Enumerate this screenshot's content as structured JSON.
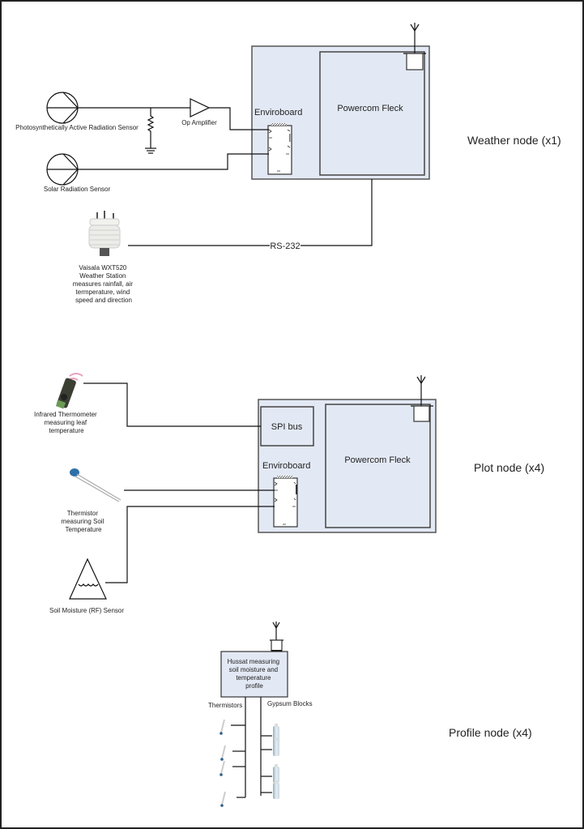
{
  "diagram": {
    "title": "Sensor network node architecture",
    "weather_node": {
      "label": "Weather node (x1)",
      "fleck_label": "Powercom Fleck",
      "enviroboard_label": "Enviroboard",
      "sensors": {
        "par": "Photosynthetically Active Radiation Sensor",
        "solar": "Solar Radiation Sensor",
        "op_amp": "Op Amplifier",
        "weather_station": [
          "Vaisala WXT520",
          "Weather Station",
          "measures rainfall, air",
          "termperature, wind",
          "speed and direction"
        ]
      },
      "link_label": "RS-232"
    },
    "plot_node": {
      "label": "Plot node (x4)",
      "fleck_label": "Powercom Fleck",
      "enviroboard_label": "Enviroboard",
      "spi_label": "SPI bus",
      "sensors": {
        "infrared": [
          "Infrared Thermometer",
          "measuring leaf",
          "temperature"
        ],
        "thermistor": [
          "Thermistor",
          "measuring Soil",
          "Temperature"
        ],
        "soil_moisture": "Soil Moisture (RF) Sensor"
      }
    },
    "profile_node": {
      "label": "Profile node (x4)",
      "hussat_label": [
        "Hussat measuring",
        "soil moisture and",
        "temperature",
        "profile"
      ],
      "thermistors_label": "Thermistors",
      "gypsum_label": "Gypsum Blocks",
      "thermistor_count": 4,
      "gypsum_count": 4
    },
    "colors": {
      "box_fill": "#e3e9f4",
      "line": "#111111",
      "border": "#555555"
    }
  }
}
